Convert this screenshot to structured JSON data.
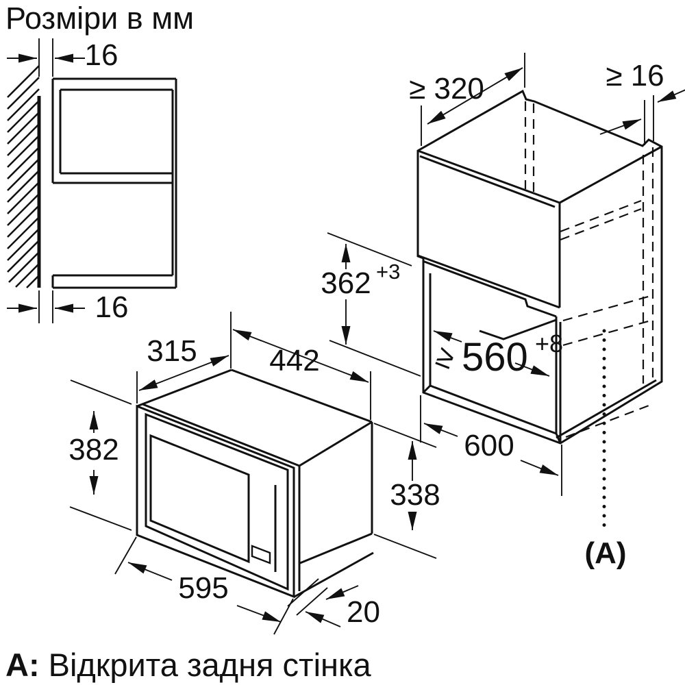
{
  "title": "Розміри в мм",
  "footnote": {
    "marker": "А:",
    "text": "Відкрита задня стінка"
  },
  "colors": {
    "ink": "#111111",
    "background": "#ffffff"
  },
  "wall_detail": {
    "gap_top": "16",
    "gap_bottom": "16"
  },
  "microwave": {
    "depth": "315",
    "case_width": "442",
    "front_height": "382",
    "front_width": "595",
    "trim_overlap": "20",
    "case_height": "338"
  },
  "cabinet": {
    "shelf_depth_min": "≥ 320",
    "rear_gap_min": "≥ 16",
    "niche_height": "362",
    "niche_height_tol": "+3",
    "niche_width_symbol": "≥",
    "niche_width": "560",
    "niche_width_tol": "+8",
    "cabinet_width": "600",
    "rear_marker": "(А)"
  }
}
